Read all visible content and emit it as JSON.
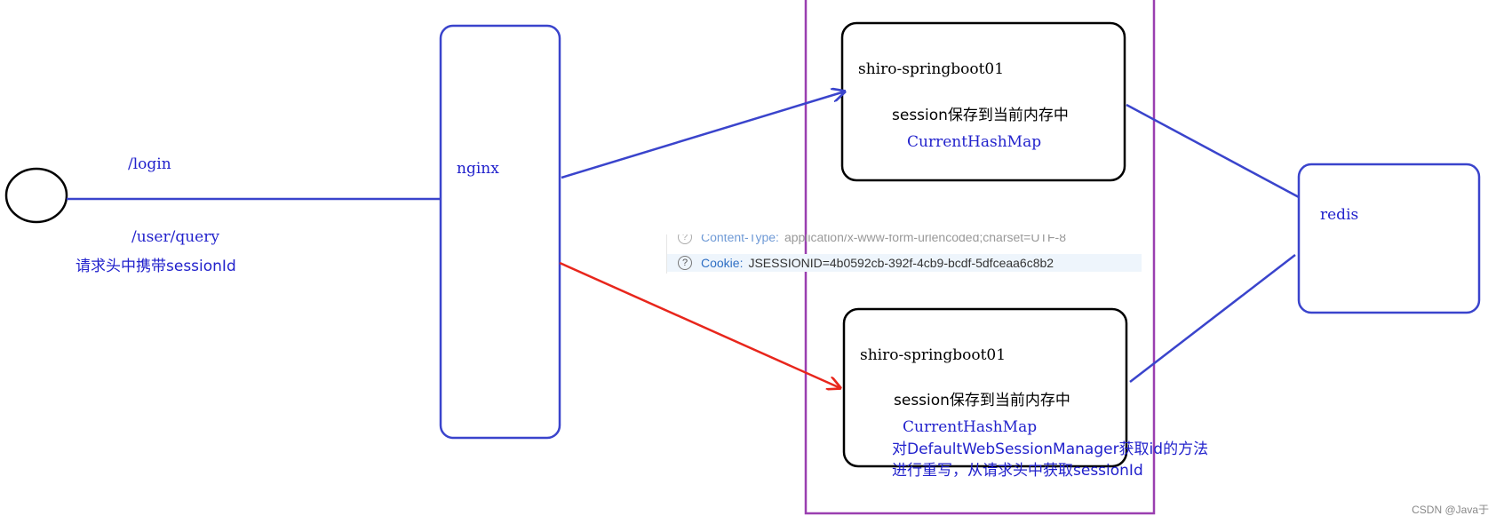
{
  "diagram": {
    "client_path_login": "/login",
    "client_path_query": "/user/query",
    "client_note": "请求头中携带sessionId",
    "proxy_label": "nginx",
    "server_top": {
      "title": "shiro-springboot01",
      "desc": "session保存到当前内存中",
      "store": "CurrentHashMap"
    },
    "server_bottom": {
      "title": "shiro-springboot01",
      "desc": "session保存到当前内存中",
      "store": "CurrentHashMap"
    },
    "redis_label": "redis",
    "override_note_line1": "对DefaultWebSessionManager获取id的方法",
    "override_note_line2": "进行重写，从请求头中获取sessionId"
  },
  "request_headers": {
    "row1_key": "Content-Type:",
    "row1_value": "application/x-www-form-urlencoded;charset=UTF-8",
    "row2_key": "Cookie:",
    "row2_value": "JSESSIONID=4b0592cb-392f-4cb9-bcdf-5dfceaa6c8b2"
  },
  "colors": {
    "blue": "#3a44cc",
    "black": "#000000",
    "purple": "#9a3fb0",
    "red": "#e8261c"
  },
  "watermark": "CSDN @Java于"
}
